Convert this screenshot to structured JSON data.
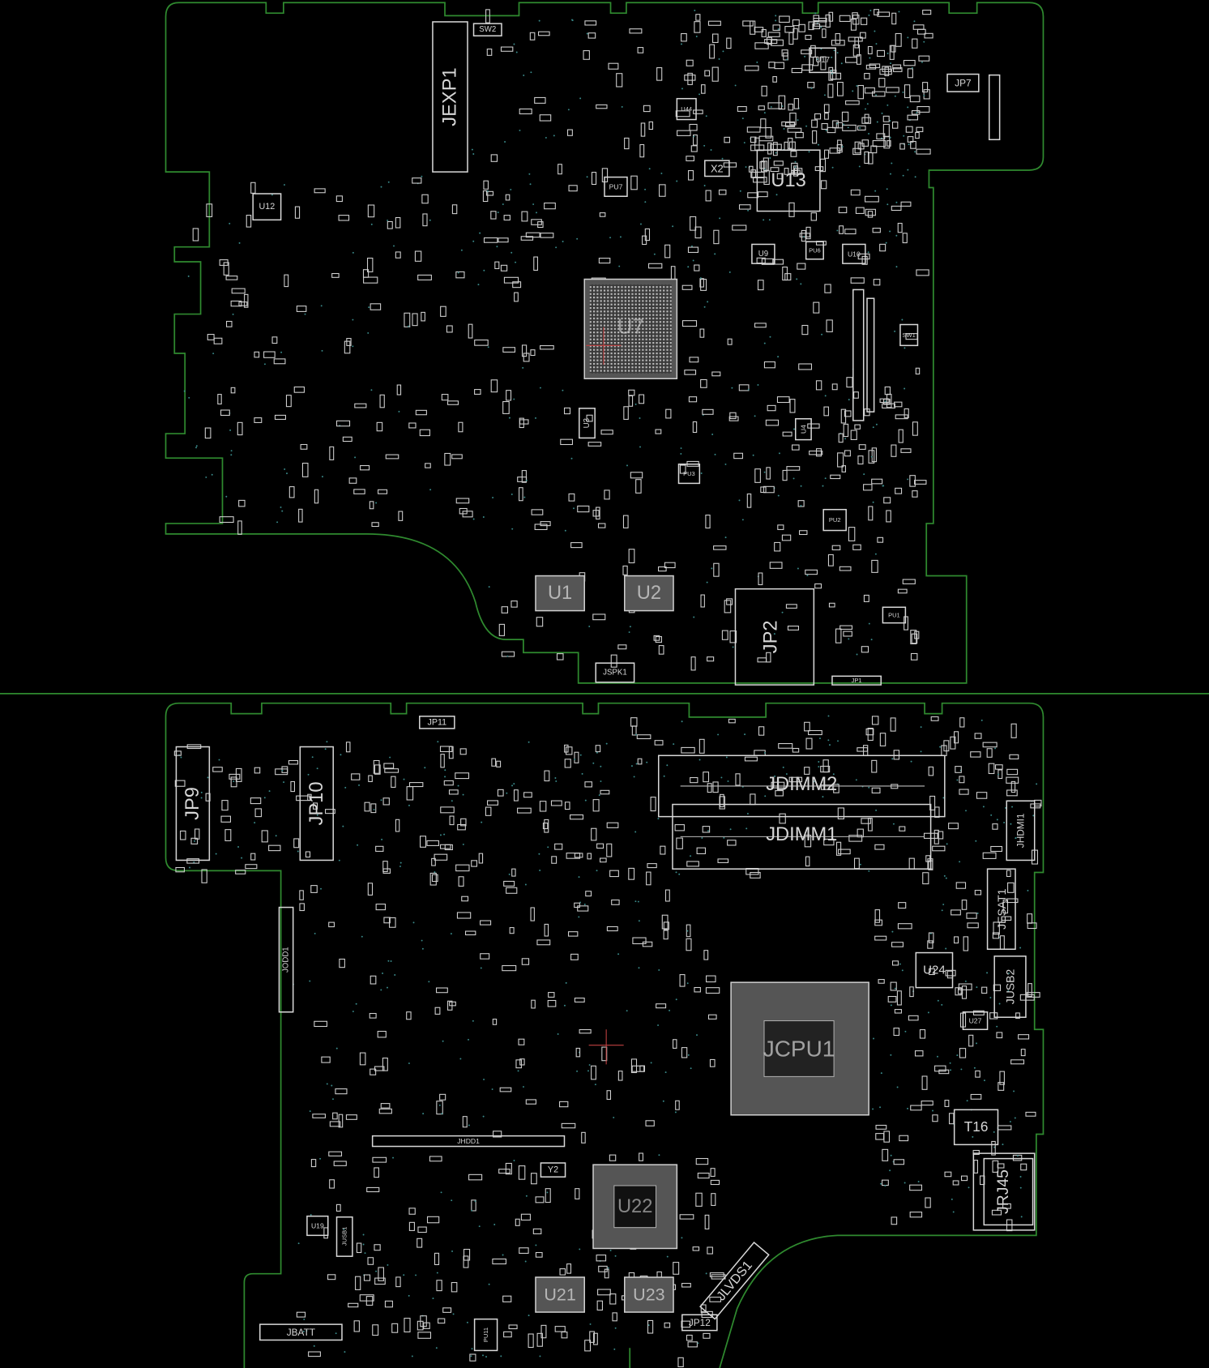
{
  "view": {
    "title": "Motherboard boardview (top and bottom sides)"
  },
  "colors": {
    "background": "#000000",
    "board_outline": "#2f8a2f",
    "silkscreen": "#d8d8d8",
    "cursor_marker": "#c04040"
  },
  "top_side": {
    "components": {
      "JEXP1": "JEXP1",
      "SW2": "SW2",
      "U12": "U12",
      "U17": "U17",
      "JP7": "JP7",
      "U13": "U13",
      "X2": "X2",
      "PU7": "PU7",
      "U44": "U44",
      "U9": "U9",
      "PU6": "PU6",
      "U10": "U10",
      "U7": "U7",
      "SW1": "SW1",
      "U3": "U3",
      "U4": "U4",
      "PU3": "PU3",
      "PU2": "PU2",
      "PU1": "PU1",
      "U1": "U1",
      "U2": "U2",
      "JP2": "JP2",
      "JSPK1": "JSPK1",
      "JP1": "JP1"
    }
  },
  "bottom_side": {
    "components": {
      "JP11": "JP11",
      "JP9": "JP9",
      "JP10": "JP10",
      "JDIMM2": "JDIMM2",
      "JDIMM1": "JDIMM1",
      "JHDMI1": "JHDMI1",
      "JESAT1": "JESAT1",
      "JUSB2": "JUSB2",
      "U24": "U24",
      "U27": "U27",
      "JCPU1": "JCPU1",
      "T16": "T16",
      "JRJ45": "JRJ45",
      "JODD1": "JODD1",
      "JHDD1": "JHDD1",
      "Y2": "Y2",
      "U22": "U22",
      "U21": "U21",
      "U23": "U23",
      "JLVDS1": "JLVDS1",
      "JP12": "JP12",
      "JBATT": "JBATT",
      "U19": "U19",
      "JUSB1": "JUSB1",
      "PU11": "PU11"
    }
  }
}
